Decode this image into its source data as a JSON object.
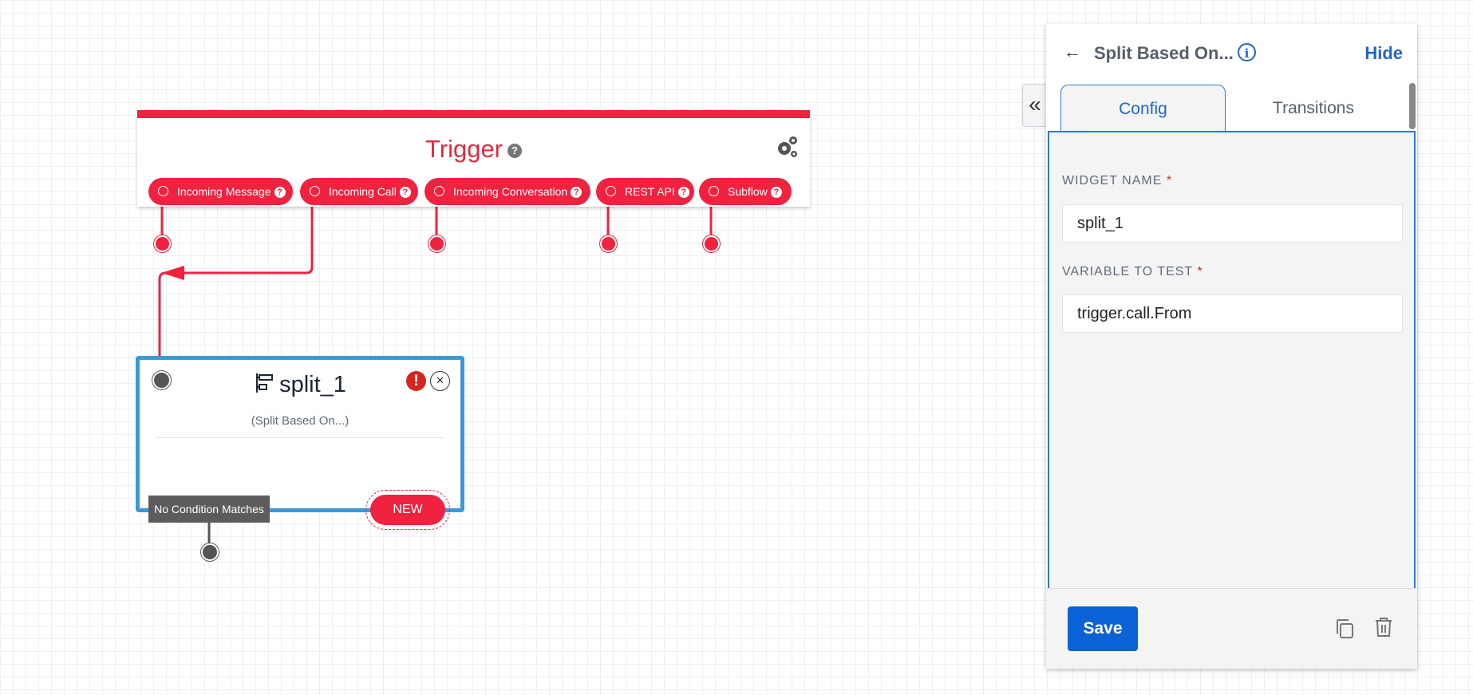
{
  "trigger": {
    "title": "Trigger",
    "help": "?",
    "pills": [
      {
        "label": "Incoming Message"
      },
      {
        "label": "Incoming Call"
      },
      {
        "label": "Incoming Conversation"
      },
      {
        "label": "REST API"
      },
      {
        "label": "Subflow"
      }
    ]
  },
  "split_widget": {
    "name": "split_1",
    "subtitle": "(Split Based On...)",
    "error_mark": "!",
    "close_mark": "×",
    "no_condition_label": "No Condition Matches",
    "new_label": "NEW"
  },
  "panel": {
    "back": "←",
    "title": "Split Based On...",
    "info": "i",
    "hide": "Hide",
    "collapse": "«",
    "tabs": {
      "config": "Config",
      "transitions": "Transitions"
    },
    "fields": {
      "widget_name_label": "WIDGET NAME",
      "widget_name_value": "split_1",
      "variable_label": "VARIABLE TO TEST",
      "variable_value": "trigger.call.From",
      "required": "*"
    },
    "save": "Save"
  },
  "colors": {
    "accent_red": "#ef223f",
    "accent_blue": "#1f67c6",
    "widget_border": "#3a99d6"
  }
}
